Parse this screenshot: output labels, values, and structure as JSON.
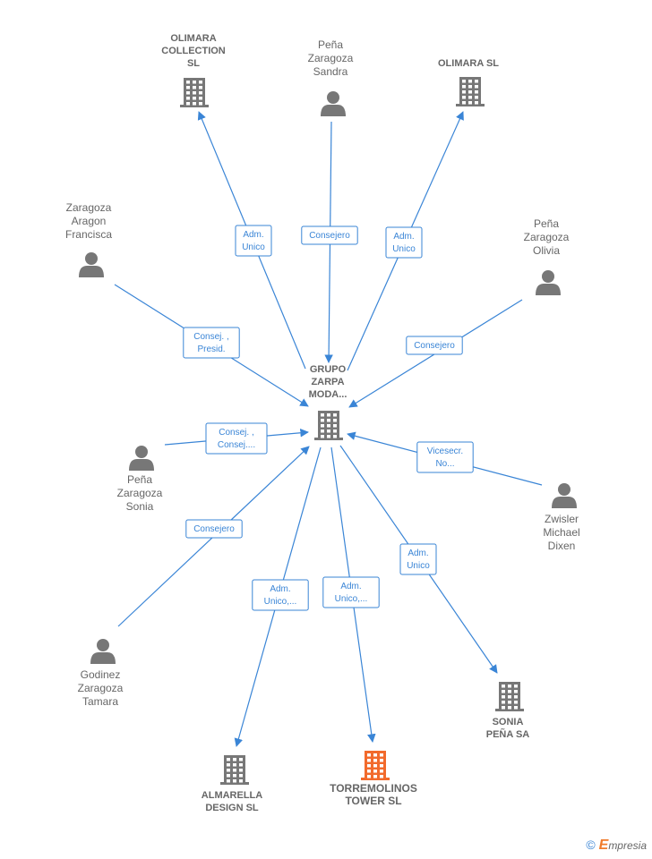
{
  "nodes": [
    {
      "id": "center",
      "type": "company",
      "color": "#777777",
      "label": [
        "GRUPO",
        "ZARPA",
        "MODA..."
      ]
    },
    {
      "id": "olimara_collection",
      "type": "company",
      "color": "#777777",
      "label": [
        "OLIMARA",
        "COLLECTION",
        "SL"
      ]
    },
    {
      "id": "pena_sandra",
      "type": "person",
      "color": "#777777",
      "label": [
        "Peña",
        "Zaragoza",
        "Sandra"
      ]
    },
    {
      "id": "olimara_sl",
      "type": "company",
      "color": "#777777",
      "label": [
        "OLIMARA SL"
      ]
    },
    {
      "id": "zaragoza_francisca",
      "type": "person",
      "color": "#777777",
      "label": [
        "Zaragoza",
        "Aragon",
        "Francisca"
      ]
    },
    {
      "id": "pena_olivia",
      "type": "person",
      "color": "#777777",
      "label": [
        "Peña",
        "Zaragoza",
        "Olivia"
      ]
    },
    {
      "id": "pena_sonia",
      "type": "person",
      "color": "#777777",
      "label": [
        "Peña",
        "Zaragoza",
        "Sonia"
      ]
    },
    {
      "id": "zwisler",
      "type": "person",
      "color": "#777777",
      "label": [
        "Zwisler",
        "Michael",
        "Dixen"
      ]
    },
    {
      "id": "godinez",
      "type": "person",
      "color": "#777777",
      "label": [
        "Godinez",
        "Zaragoza",
        "Tamara"
      ]
    },
    {
      "id": "sonia_pena_sa",
      "type": "company",
      "color": "#777777",
      "label": [
        "SONIA",
        "PEÑA SA"
      ]
    },
    {
      "id": "almarella",
      "type": "company",
      "color": "#777777",
      "label": [
        "ALMARELLA",
        "DESIGN  SL"
      ]
    },
    {
      "id": "torremolinos",
      "type": "company",
      "color": "#f26a2c",
      "highlight": true,
      "label": [
        "TORREMOLINOS",
        "TOWER  SL"
      ]
    }
  ],
  "edges": [
    {
      "from": "center",
      "to": "olimara_collection",
      "label": [
        "Adm.",
        "Unico"
      ]
    },
    {
      "from": "pena_sandra",
      "to": "center",
      "label": [
        "Consejero"
      ]
    },
    {
      "from": "center",
      "to": "olimara_sl",
      "label": [
        "Adm.",
        "Unico"
      ]
    },
    {
      "from": "zaragoza_francisca",
      "to": "center",
      "label": [
        "Consej. ,",
        "Presid."
      ]
    },
    {
      "from": "pena_olivia",
      "to": "center",
      "label": [
        "Consejero"
      ]
    },
    {
      "from": "pena_sonia",
      "to": "center",
      "label": [
        "Consej. ,",
        "Consej...."
      ]
    },
    {
      "from": "zwisler",
      "to": "center",
      "label": [
        "Vicesecr.",
        "No..."
      ]
    },
    {
      "from": "godinez",
      "to": "center",
      "label": [
        "Consejero"
      ]
    },
    {
      "from": "center",
      "to": "sonia_pena_sa",
      "label": [
        "Adm.",
        "Unico"
      ]
    },
    {
      "from": "center",
      "to": "almarella",
      "label": [
        "Adm.",
        "Unico,..."
      ]
    },
    {
      "from": "center",
      "to": "torremolinos",
      "label": [
        "Adm.",
        "Unico,..."
      ]
    }
  ],
  "footer": {
    "copyright_symbol": "©",
    "brand_first": "E",
    "brand_rest": "mpresia"
  }
}
